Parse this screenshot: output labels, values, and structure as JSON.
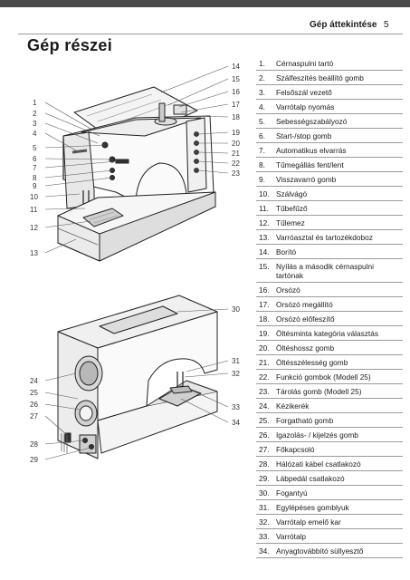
{
  "header": {
    "section_label": "Gép áttekintése",
    "page_number": "5"
  },
  "page_title": "Gép részei",
  "figure_top": {
    "left_callouts": [
      "1",
      "2",
      "3",
      "4",
      "5",
      "6",
      "7",
      "8",
      "9",
      "10",
      "11",
      "12",
      "13"
    ],
    "right_callouts": [
      "14",
      "15",
      "16",
      "17",
      "18",
      "19",
      "20",
      "21",
      "22",
      "23"
    ]
  },
  "figure_bottom": {
    "left_callouts": [
      "24",
      "25",
      "26",
      "27",
      "28",
      "29"
    ],
    "right_callouts": [
      "30",
      "31",
      "32",
      "33",
      "34"
    ]
  },
  "parts": [
    {
      "num": "1.",
      "text": "Cérnaspulni tartó"
    },
    {
      "num": "2.",
      "text": "Szálfeszítés beállító gomb"
    },
    {
      "num": "3.",
      "text": "Felsőszál vezető"
    },
    {
      "num": "4.",
      "text": "Varrótalp nyomás"
    },
    {
      "num": "5.",
      "text": "Sebességszabályozó"
    },
    {
      "num": "6.",
      "text": "Start-/stop gomb"
    },
    {
      "num": "7.",
      "text": "Automatikus elvarrás"
    },
    {
      "num": "8.",
      "text": "Tűmegállás fent/lent"
    },
    {
      "num": "9.",
      "text": "Visszavarró gomb"
    },
    {
      "num": "10.",
      "text": "Szálvágó"
    },
    {
      "num": "11.",
      "text": "Tűbefűző"
    },
    {
      "num": "12.",
      "text": "Tűlemez"
    },
    {
      "num": "13.",
      "text": "Varróasztal és tartozékdoboz"
    },
    {
      "num": "14.",
      "text": "Borító"
    },
    {
      "num": "15.",
      "text": "Nyílás a második cérnaspulni tartónak"
    },
    {
      "num": "16.",
      "text": "Orsózó"
    },
    {
      "num": "17.",
      "text": "Orsózó megállító"
    },
    {
      "num": "18.",
      "text": "Orsózó előfeszítő"
    },
    {
      "num": "19.",
      "text": "Öltésminta kategória választás"
    },
    {
      "num": "20.",
      "text": "Öltéshossz gomb"
    },
    {
      "num": "21.",
      "text": "Öltésszélesség gomb"
    },
    {
      "num": "22.",
      "text": "Funkció gombok (Modell 25)"
    },
    {
      "num": "23.",
      "text": "Tárolás gomb (Modell 25)"
    },
    {
      "num": "24.",
      "text": "Kézikerék"
    },
    {
      "num": "25.",
      "text": "Forgatható gomb"
    },
    {
      "num": "26.",
      "text": "Igazolás- / kijelzés gomb"
    },
    {
      "num": "27.",
      "text": "Főkapcsoló"
    },
    {
      "num": "28.",
      "text": "Hálózati kábel csatlakozó"
    },
    {
      "num": "29.",
      "text": "Lábpedál csatlakozó"
    },
    {
      "num": "30.",
      "text": "Fogantyú"
    },
    {
      "num": "31.",
      "text": "Egylépéses gomblyuk"
    },
    {
      "num": "32.",
      "text": "Varrótalp emelő kar"
    },
    {
      "num": "33.",
      "text": "Varrótalp"
    },
    {
      "num": "34.",
      "text": "Anyagtovábbító süllyesztő"
    }
  ]
}
